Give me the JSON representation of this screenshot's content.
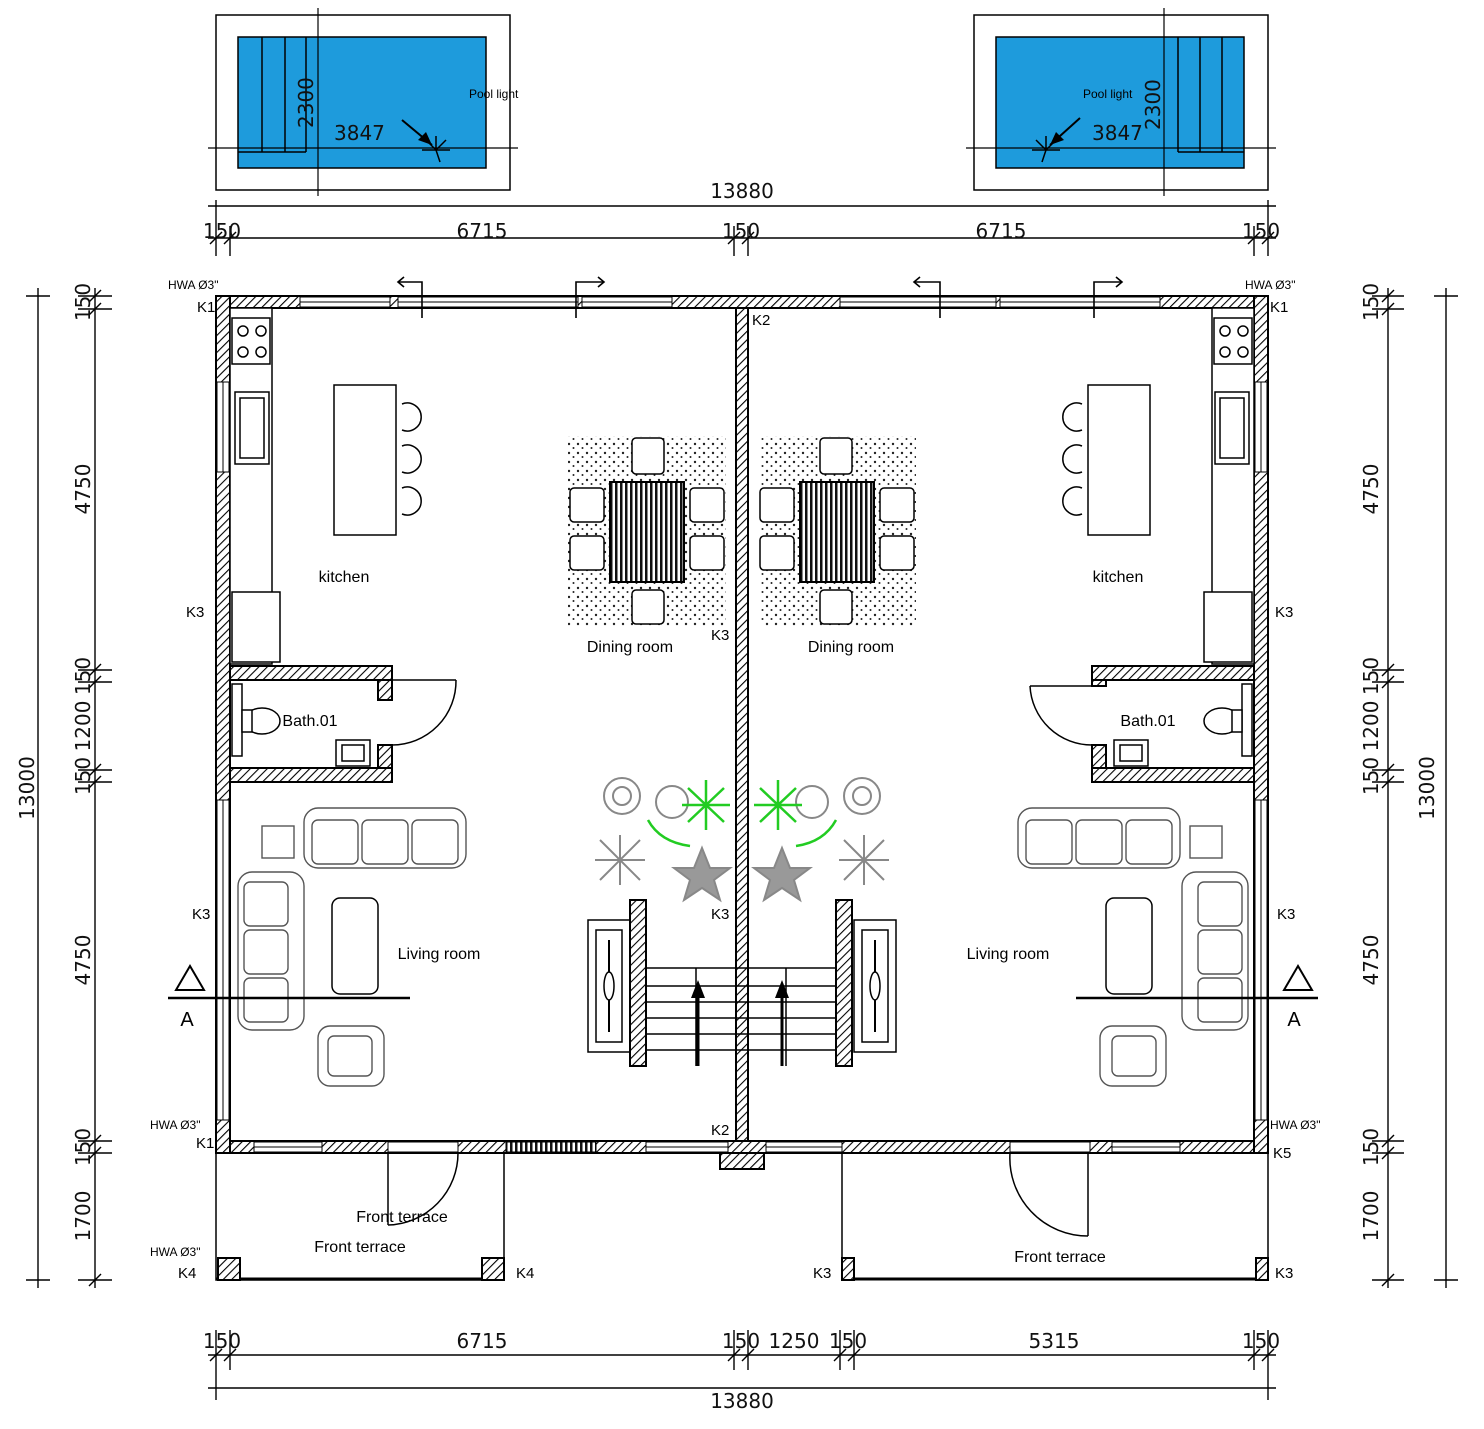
{
  "pools": {
    "left": {
      "length": "3847",
      "width": "2300",
      "light_label": "Pool light"
    },
    "right": {
      "length": "3847",
      "width": "2300",
      "light_label": "Pool light"
    }
  },
  "dimensions": {
    "top_total": "13880",
    "top_segments": [
      "150",
      "6715",
      "150",
      "6715",
      "150"
    ],
    "bottom_segments": [
      "150",
      "6715",
      "150",
      "1250",
      "150",
      "5315",
      "150"
    ],
    "bottom_total": "13880",
    "left_total": "13000",
    "right_total": "13000",
    "side_segments": [
      "150",
      "4750",
      "150",
      "1200",
      "150",
      "4750",
      "150",
      "1700"
    ]
  },
  "rooms": {
    "kitchen_left": "kitchen",
    "kitchen_right": "kitchen",
    "dining_left": "Dining room",
    "dining_right": "Dining room",
    "bath_left": "Bath.01",
    "bath_right": "Bath.01",
    "living_left": "Living room",
    "living_right": "Living room",
    "front_terrace_left_1": "Front terrace",
    "front_terrace_left_2": "Front terrace",
    "front_terrace_right": "Front terrace"
  },
  "columns": {
    "k1": "K1",
    "k2": "K2",
    "k3": "K3",
    "k4": "K4",
    "k5": "K5"
  },
  "annotations": {
    "hwa": "HWA Ø3\"",
    "section": "A"
  }
}
